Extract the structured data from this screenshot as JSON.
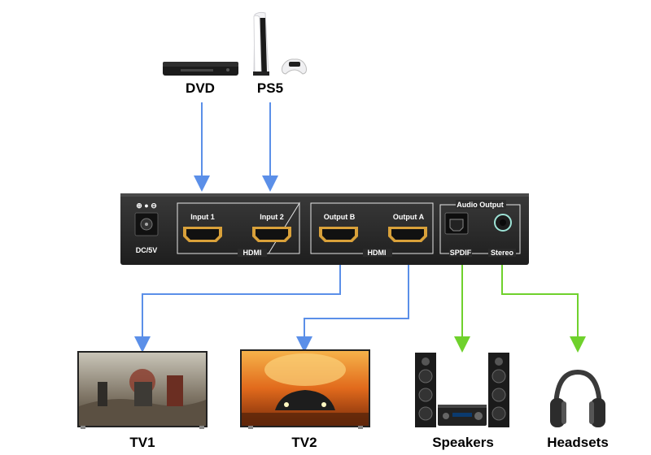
{
  "sources": {
    "dvd_label": "DVD",
    "ps5_label": "PS5"
  },
  "device": {
    "power_symbol": "⊕ ● ⊖",
    "power_label": "DC/5V",
    "input1_label": "Input 1",
    "input2_label": "Input 2",
    "hdmi_in_label": "HDMI",
    "outputB_label": "Output B",
    "outputA_label": "Output A",
    "hdmi_out_label": "HDMI",
    "audio_output_label": "Audio Output",
    "spdif_label": "SPDIF",
    "stereo_label": "Stereo"
  },
  "destinations": {
    "tv1_label": "TV1",
    "tv2_label": "TV2",
    "speakers_label": "Speakers",
    "headsets_label": "Headsets"
  },
  "colors": {
    "video_arrow": "#5b8fe8",
    "audio_arrow": "#6fd12c",
    "device_body": "#2b2b2b",
    "port_gold": "#d9a13a"
  }
}
